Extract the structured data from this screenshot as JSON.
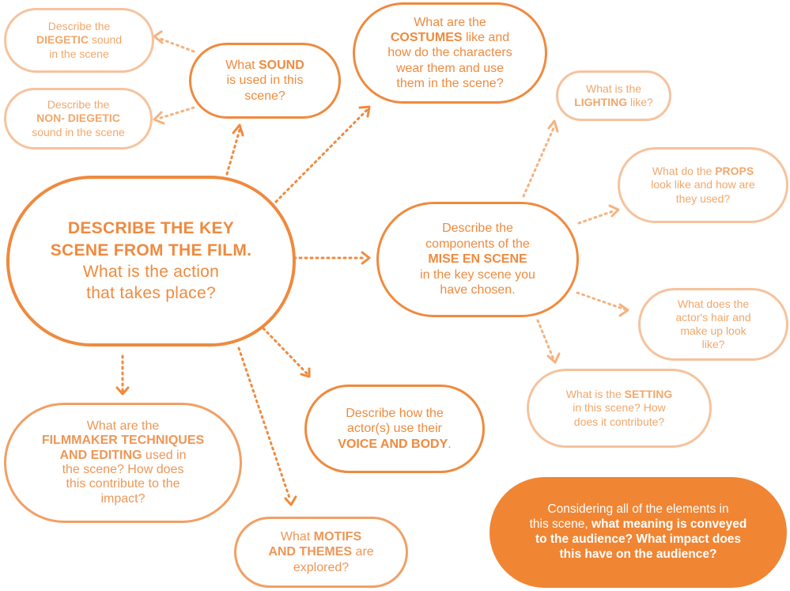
{
  "colors": {
    "dark": "#ef8a3e",
    "mid": "#f0a066",
    "light": "#f6c29d",
    "fill": "#f08534"
  },
  "nodes": {
    "central": [
      [
        {
          "b": "DESCRIBE THE KEY"
        }
      ],
      [
        {
          "b": "SCENE FROM THE FILM."
        }
      ],
      [
        {
          "t": "What is the action"
        }
      ],
      [
        {
          "t": "that takes place?"
        }
      ]
    ],
    "sound": [
      [
        {
          "t": "What "
        },
        {
          "b": "SOUND"
        }
      ],
      [
        {
          "t": "is used in this"
        }
      ],
      [
        {
          "t": "scene?"
        }
      ]
    ],
    "diegetic": [
      [
        {
          "t": "Describe the"
        }
      ],
      [
        {
          "b": "DIEGETIC"
        },
        {
          "t": " sound"
        }
      ],
      [
        {
          "t": "in the scene"
        }
      ]
    ],
    "non_diegetic": [
      [
        {
          "t": "Describe the"
        }
      ],
      [
        {
          "b": "NON- DIEGETIC"
        }
      ],
      [
        {
          "t": "sound in the scene"
        }
      ]
    ],
    "costumes": [
      [
        {
          "t": "What are the"
        }
      ],
      [
        {
          "b": "COSTUMES"
        },
        {
          "t": " like and"
        }
      ],
      [
        {
          "t": "how do the characters"
        }
      ],
      [
        {
          "t": "wear them and use"
        }
      ],
      [
        {
          "t": "them in the scene?"
        }
      ]
    ],
    "lighting": [
      [
        {
          "t": "What is the"
        }
      ],
      [
        {
          "b": "LIGHTING"
        },
        {
          "t": " like?"
        }
      ]
    ],
    "props": [
      [
        {
          "t": "What do the "
        },
        {
          "b": "PROPS"
        }
      ],
      [
        {
          "t": "look like and how are"
        }
      ],
      [
        {
          "t": "they used?"
        }
      ]
    ],
    "mise_en_scene": [
      [
        {
          "t": "Describe the"
        }
      ],
      [
        {
          "t": "components of the"
        }
      ],
      [
        {
          "b": "MISE EN SCENE"
        }
      ],
      [
        {
          "t": "in the key scene you"
        }
      ],
      [
        {
          "t": "have chosen."
        }
      ]
    ],
    "hair_makeup": [
      [
        {
          "t": "What does the"
        }
      ],
      [
        {
          "t": "actor's hair and"
        }
      ],
      [
        {
          "t": "make up look"
        }
      ],
      [
        {
          "t": "like?"
        }
      ]
    ],
    "setting": [
      [
        {
          "t": "What is the "
        },
        {
          "b": "SETTING"
        }
      ],
      [
        {
          "t": "in this scene? How"
        }
      ],
      [
        {
          "t": "does it contribute?"
        }
      ]
    ],
    "filmmaker": [
      [
        {
          "t": "What are the"
        }
      ],
      [
        {
          "b": "FILMMAKER TECHNIQUES"
        }
      ],
      [
        {
          "b": "AND EDITING"
        },
        {
          "t": " used in"
        }
      ],
      [
        {
          "t": "the scene? How does"
        }
      ],
      [
        {
          "t": "this contribute to the"
        }
      ],
      [
        {
          "t": "impact?"
        }
      ]
    ],
    "voice_body": [
      [
        {
          "t": "Describe how the"
        }
      ],
      [
        {
          "t": "actor(s) use their"
        }
      ],
      [
        {
          "b": "VOICE AND BODY"
        },
        {
          "t": "."
        }
      ]
    ],
    "motifs": [
      [
        {
          "t": "What "
        },
        {
          "b": "MOTIFS"
        }
      ],
      [
        {
          "b": "AND THEMES"
        },
        {
          "t": " are"
        }
      ],
      [
        {
          "t": "explored?"
        }
      ]
    ],
    "meaning": [
      [
        {
          "t": "Considering all of the elements in"
        }
      ],
      [
        {
          "t": "this scene, "
        },
        {
          "b": "what meaning is conveyed"
        }
      ],
      [
        {
          "b": "to the audience? What impact does"
        }
      ],
      [
        {
          "b": "this have on the audience?"
        }
      ]
    ]
  }
}
